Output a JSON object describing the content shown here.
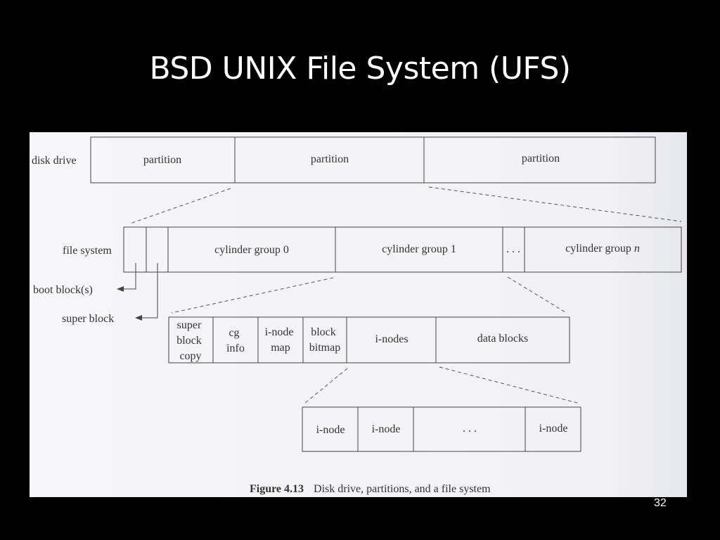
{
  "slide": {
    "title": "BSD UNIX File System (UFS)",
    "page_number": "32"
  },
  "diagram": {
    "disk_drive": {
      "label": "disk drive",
      "partitions": [
        "partition",
        "partition",
        "partition"
      ]
    },
    "file_system": {
      "label": "file system",
      "cylinder_groups": [
        "cylinder group 0",
        "cylinder group 1",
        "cylinder group"
      ],
      "last_group_index": "n",
      "ellipsis": ". . .",
      "boot_block_label": "boot block(s)",
      "super_block_label": "super block"
    },
    "cylinder_group": {
      "cells": {
        "super_block_copy": [
          "super",
          "block",
          "copy"
        ],
        "cg_info": [
          "cg",
          "info"
        ],
        "inode_map": [
          "i-node",
          "map"
        ],
        "block_bitmap": [
          "block",
          "bitmap"
        ],
        "inodes": "i-nodes",
        "data_blocks": "data blocks"
      }
    },
    "inode_row": {
      "cells": [
        "i-node",
        "i-node",
        ". . .",
        "i-node"
      ]
    },
    "caption": {
      "figure_label": "Figure 4.13",
      "text": "Disk drive, partitions, and a file system"
    }
  }
}
